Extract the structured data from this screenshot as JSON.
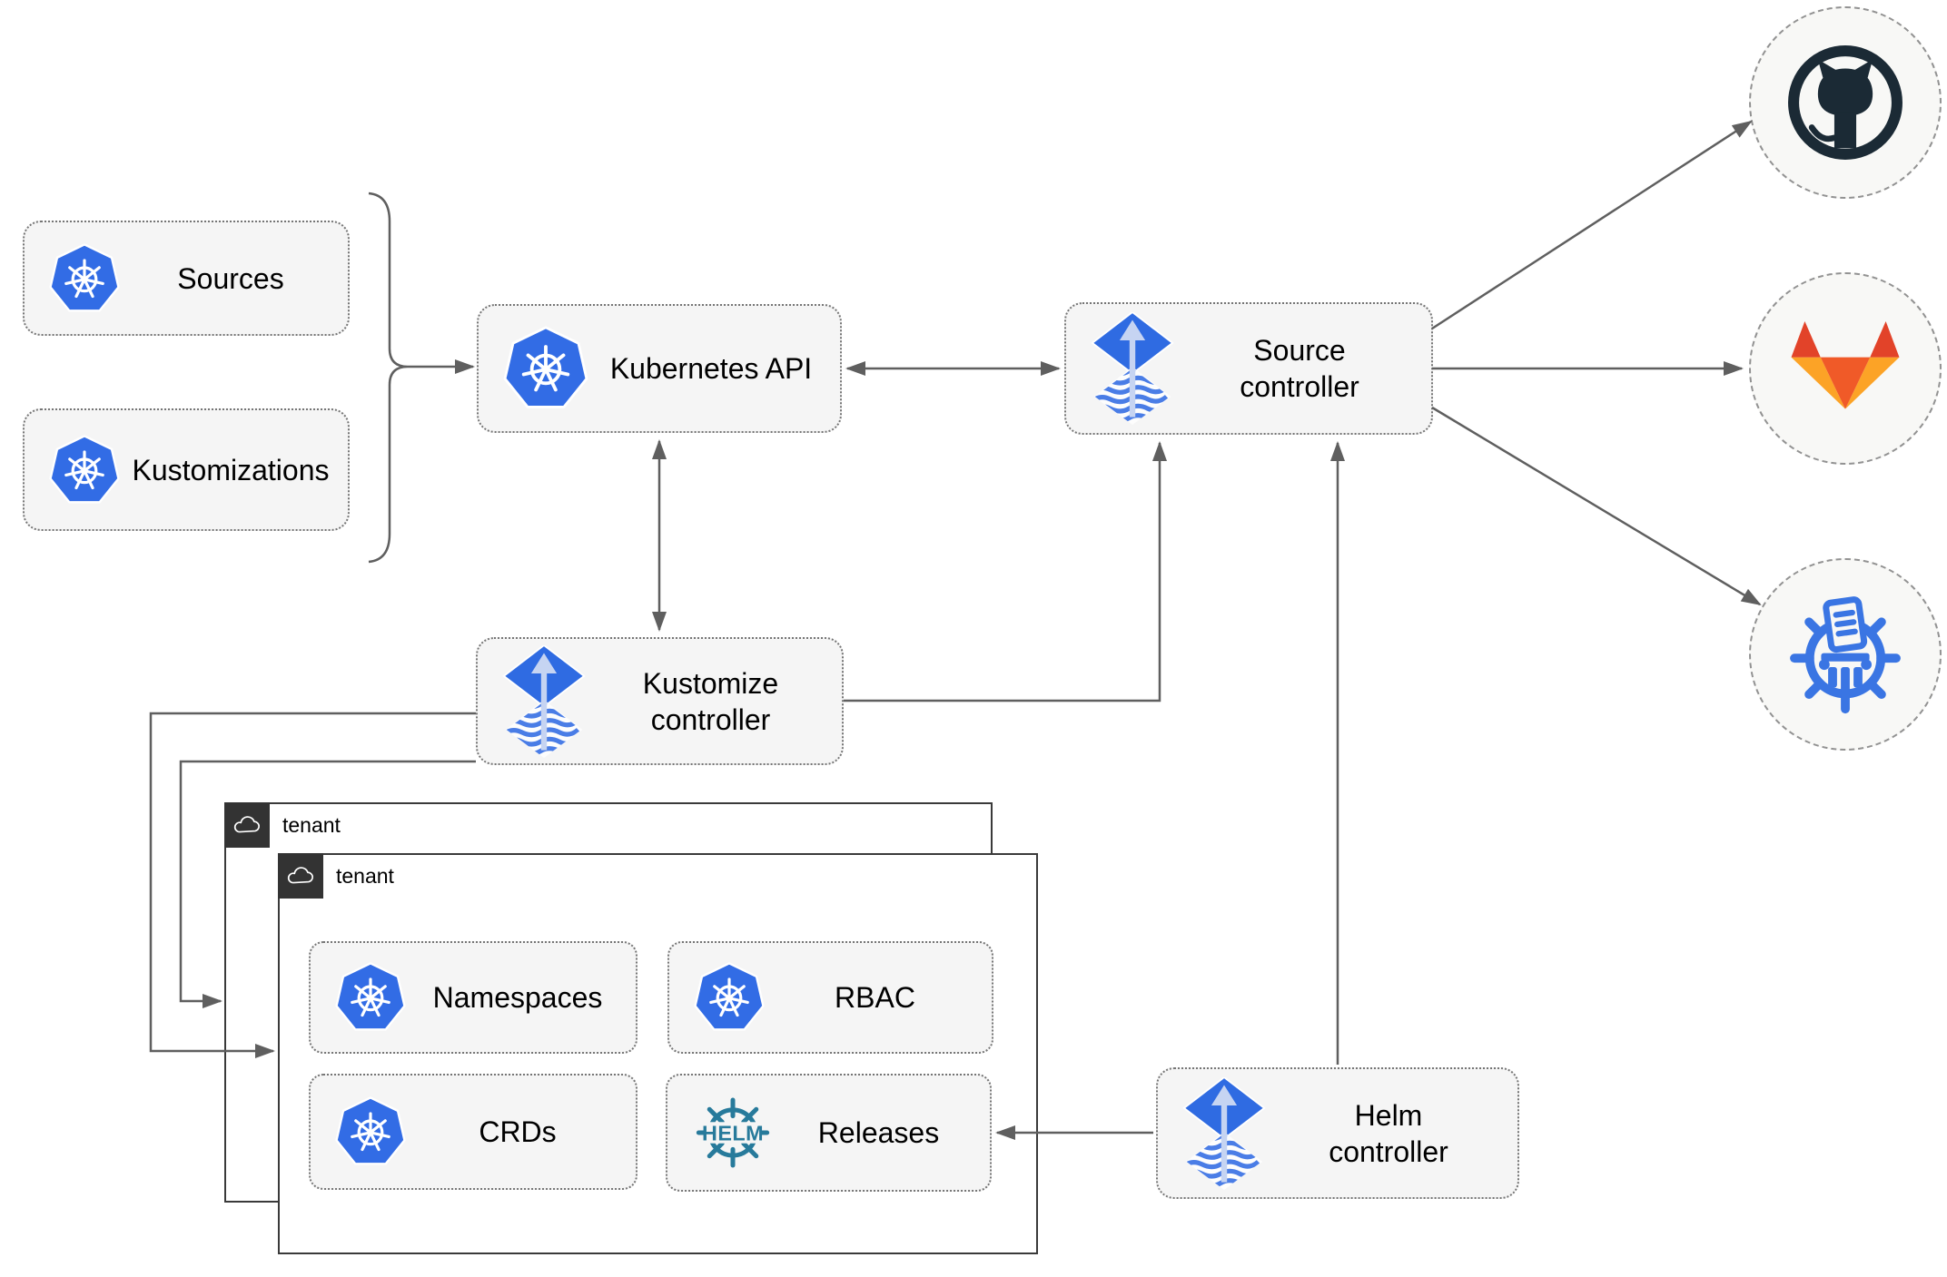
{
  "nodes": {
    "sources": {
      "label": "Sources"
    },
    "kustomizations": {
      "label": "Kustomizations"
    },
    "kubernetes_api": {
      "label": "Kubernetes API"
    },
    "source_controller": {
      "label": "Source\ncontroller"
    },
    "kustomize_controller": {
      "label": "Kustomize\ncontroller"
    },
    "helm_controller": {
      "label": "Helm\ncontroller"
    },
    "namespaces": {
      "label": "Namespaces"
    },
    "rbac": {
      "label": "RBAC"
    },
    "crds": {
      "label": "CRDs"
    },
    "releases": {
      "label": "Releases"
    }
  },
  "tenants": {
    "back": {
      "label": "tenant"
    },
    "front": {
      "label": "tenant"
    }
  },
  "externals": {
    "github": {
      "icon": "github-icon"
    },
    "gitlab": {
      "icon": "gitlab-icon"
    },
    "chartmuseum": {
      "icon": "chartmuseum-icon"
    }
  },
  "icons": {
    "helm_wordmark": "HELM",
    "kubernetes": "kubernetes-icon",
    "flux": "flux-icon",
    "cloud": "cloud-icon"
  },
  "colors": {
    "kubernetes_blue": "#326ce5",
    "flux_blue": "#2f6be2",
    "flux_light_blue": "#c6d4f2",
    "flux_stripe_blue": "#4a7de6",
    "helm_teal": "#277a9b",
    "github_dark": "#1b2a35",
    "gitlab_red": "#e24329",
    "gitlab_orange": "#f05a28",
    "gitlab_amber": "#fca326",
    "chartmuseum_blue": "#3a75e3",
    "arrow_gray": "#5f5f5f",
    "node_fill": "#f5f5f5",
    "tenant_tab_dark": "#333333"
  }
}
